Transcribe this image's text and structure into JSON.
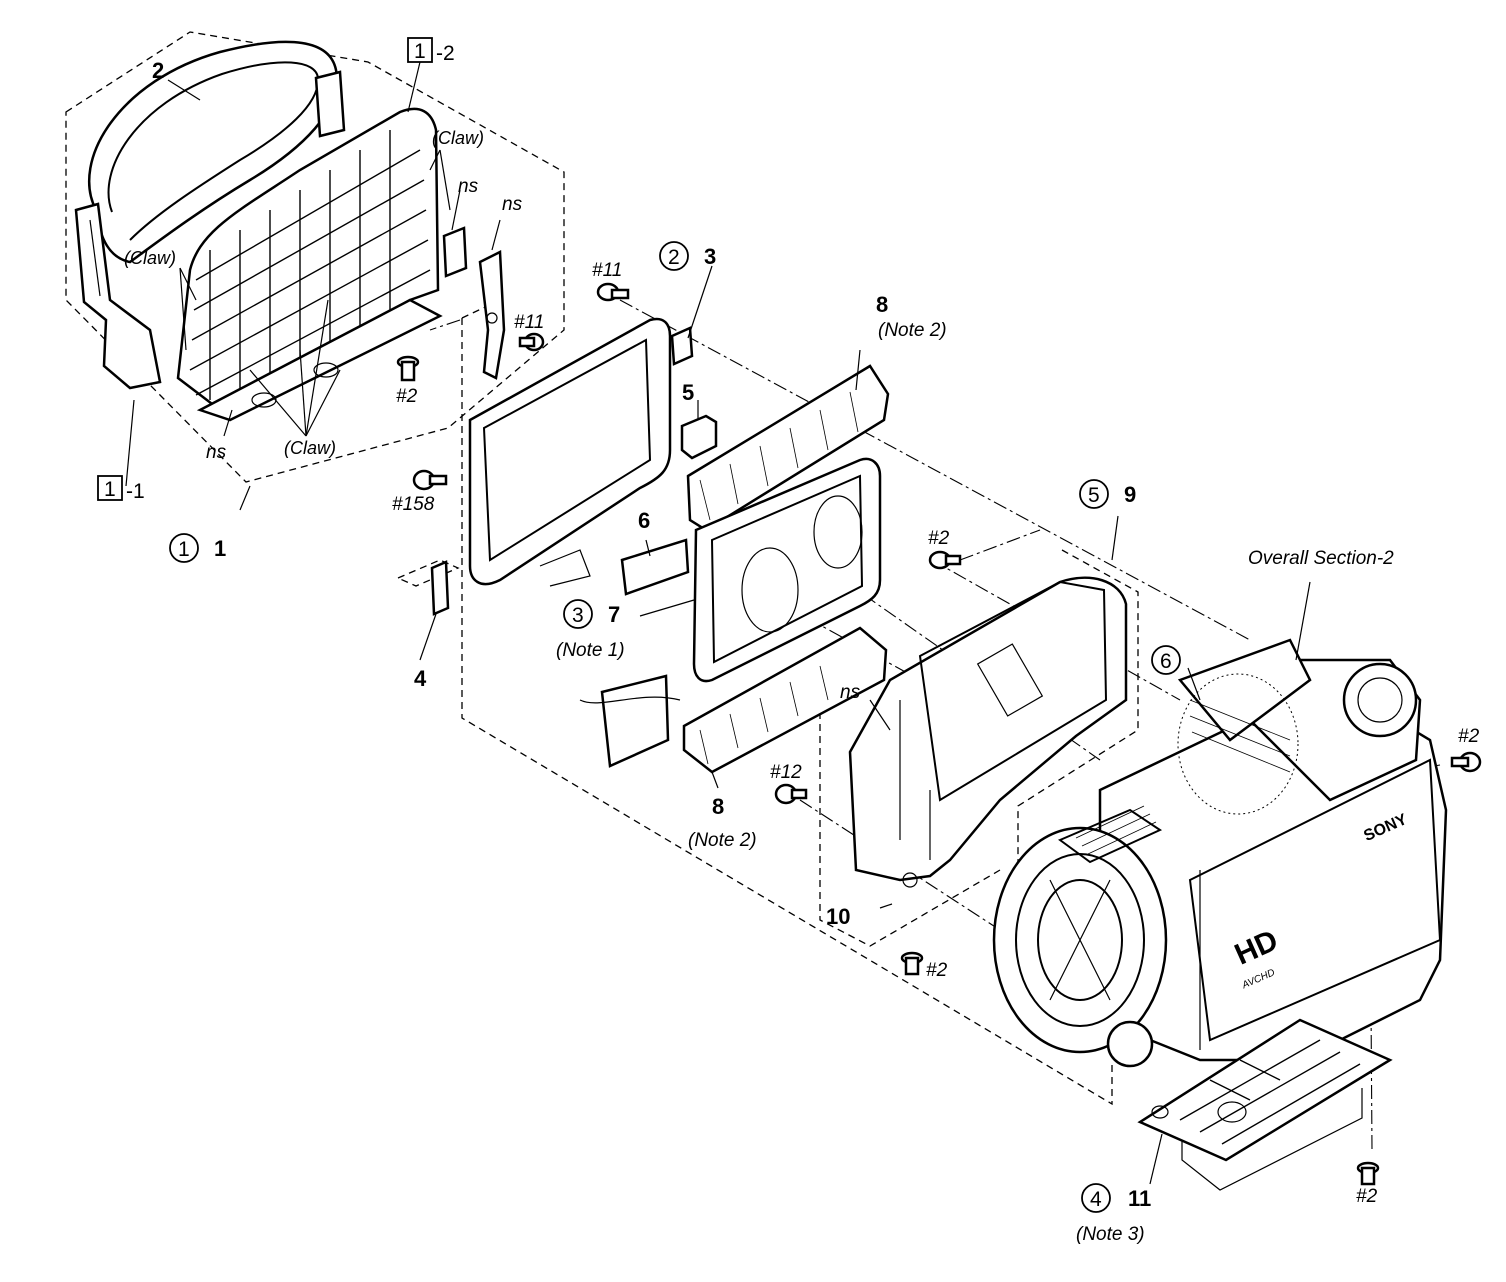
{
  "labels": {
    "ref_2": "2",
    "ref_1_2_box": "1",
    "ref_1_2_suffix": "-2",
    "ref_1_1_box": "1",
    "ref_1_1_suffix": "-1",
    "claw_a": "(Claw)",
    "claw_b": "(Claw)",
    "claw_c": "(Claw)",
    "ns_a": "ns",
    "ns_b": "ns",
    "ns_c": "ns",
    "ns_d": "ns",
    "screw_11_a": "#11",
    "screw_11_b": "#11",
    "screw_2_a": "#2",
    "screw_2_b": "#2",
    "screw_2_c": "#2",
    "screw_2_d": "#2",
    "screw_2_e": "#2",
    "screw_158": "#158",
    "screw_12": "#12",
    "circle_1": "1",
    "ref_1": "1",
    "circle_2": "2",
    "ref_3": "3",
    "circle_3": "3",
    "ref_7": "7",
    "note_1": "(Note 1)",
    "circle_4": "4",
    "ref_11": "11",
    "note_3": "(Note 3)",
    "circle_5": "5",
    "ref_9": "9",
    "circle_6": "6",
    "ref_4": "4",
    "ref_5": "5",
    "ref_6": "6",
    "ref_8_top": "8",
    "note_2_top": "(Note 2)",
    "ref_8_bottom": "8",
    "note_2_bottom": "(Note 2)",
    "ref_10": "10",
    "overall_section": "Overall Section-2",
    "brand": "SONY",
    "hd_logo": "HD",
    "hd_sub": "AVCHD"
  }
}
